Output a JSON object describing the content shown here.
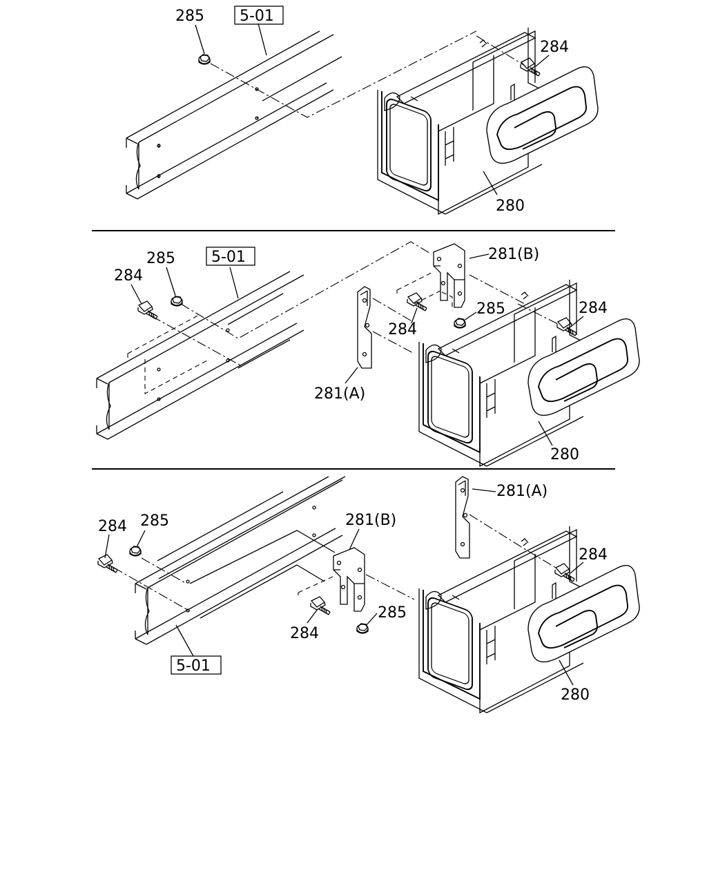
{
  "callouts": {
    "p1_285": "285",
    "p1_ref": "5-01",
    "p1_284": "284",
    "p1_280": "280",
    "p2_285a": "285",
    "p2_ref": "5-01",
    "p2_284a": "284",
    "p2_281b": "281(B)",
    "p2_285b": "285",
    "p2_284b": "284",
    "p2_284c": "284",
    "p2_281a": "281(A)",
    "p2_280": "280",
    "p3_281a": "281(A)",
    "p3_284a": "284",
    "p3_285a": "285",
    "p3_281b": "281(B)",
    "p3_284b": "284",
    "p3_285b": "285",
    "p3_284c": "284",
    "p3_ref": "5-01",
    "p3_280": "280"
  }
}
